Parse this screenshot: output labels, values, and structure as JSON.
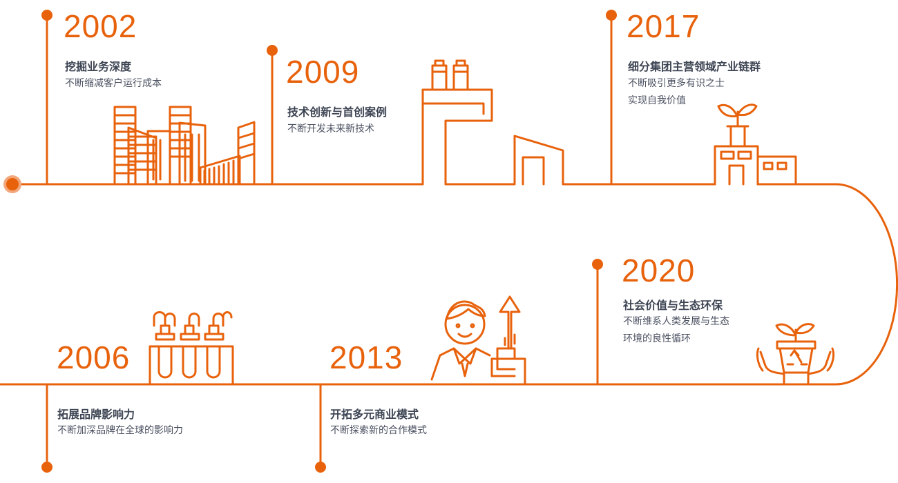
{
  "colors": {
    "accent": "#e8620c",
    "heading": "#3d4453",
    "body": "#4a5060"
  },
  "milestones": [
    {
      "year": "2002",
      "title": "挖掘业务深度",
      "lines": [
        "不断缩减客户运行成本"
      ],
      "icon": "city-buildings-icon"
    },
    {
      "year": "2009",
      "title": "技术创新与首创案例",
      "lines": [
        "不断开发未来新技术"
      ],
      "icon": "factory-icon"
    },
    {
      "year": "2017",
      "title": "细分集团主营领域产业链群",
      "lines": [
        "不断吸引更多有识之士",
        "实现自我价值"
      ],
      "icon": "sprout-building-icon"
    },
    {
      "year": "2006",
      "title": "拓展品牌影响力",
      "lines": [
        "不断加深品牌在全球的影响力"
      ],
      "icon": "test-tubes-icon"
    },
    {
      "year": "2013",
      "title": "开拓多元商业模式",
      "lines": [
        "不断探索新的合作模式"
      ],
      "icon": "businessman-growth-icon"
    },
    {
      "year": "2020",
      "title": "社会价值与生态环保",
      "lines": [
        "不断维系人类发展与生态",
        "环境的良性循环"
      ],
      "icon": "recycle-plant-icon"
    }
  ]
}
